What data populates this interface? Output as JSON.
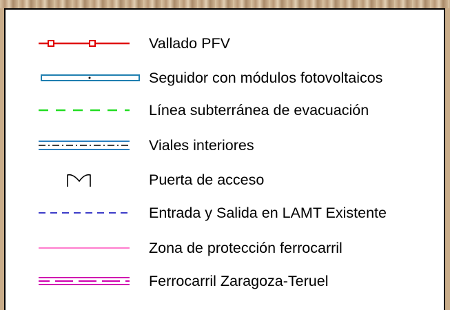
{
  "legend": {
    "items": [
      {
        "label": "Vallado PFV",
        "symbol": "fence-line-icon",
        "color": "#e00000"
      },
      {
        "label": "Seguidor con módulos fotovoltaicos",
        "symbol": "tracker-rectangle-icon",
        "color": "#1f7fb0"
      },
      {
        "label": "Línea subterránea de evacuación",
        "symbol": "dashed-green-line-icon",
        "color": "#22dd22"
      },
      {
        "label": "Viales interiores",
        "symbol": "road-line-icon",
        "color": "#2a7fc0"
      },
      {
        "label": "Puerta de acceso",
        "symbol": "gate-icon",
        "color": "#000000"
      },
      {
        "label": "Entrada y Salida en LAMT Existente",
        "symbol": "dashed-blue-line-icon",
        "color": "#2020c0"
      },
      {
        "label": "Zona de protección ferrocarril",
        "symbol": "pink-line-icon",
        "color": "#ff7fcf"
      },
      {
        "label": "Ferrocarril Zaragoza-Teruel",
        "symbol": "railway-line-icon",
        "color": "#d000b0"
      }
    ]
  }
}
